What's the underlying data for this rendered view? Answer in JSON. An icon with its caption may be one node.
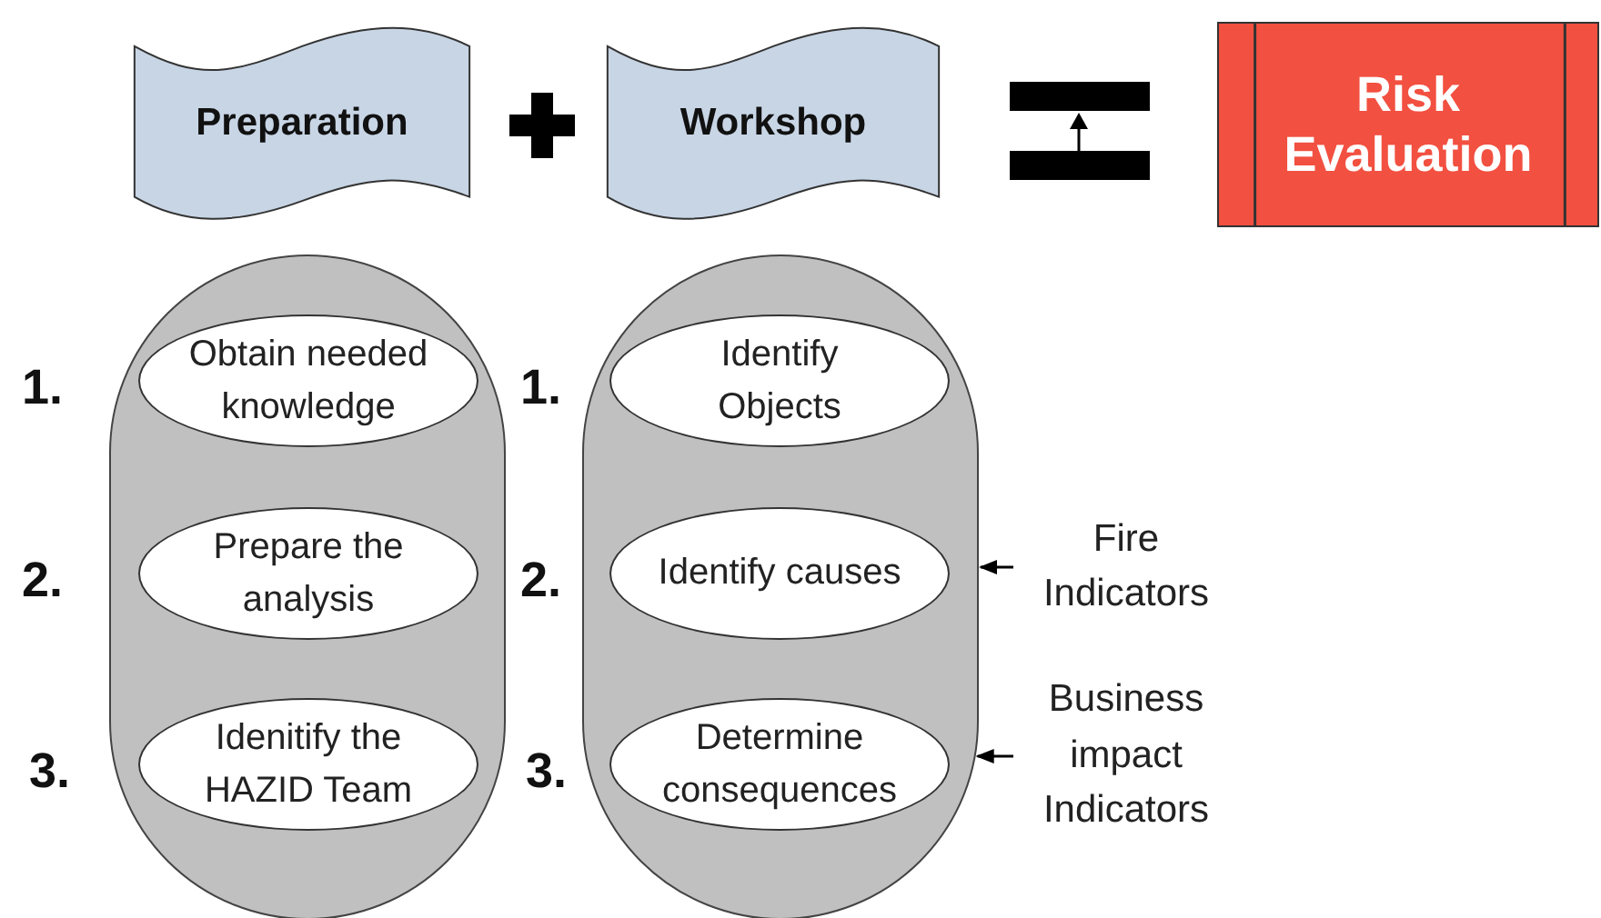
{
  "diagram": {
    "nodes": [
      {
        "text": [
          "Preparation"
        ]
      },
      {
        "text": [
          "Workshop"
        ]
      },
      {
        "text": [
          "Risk Evaluation"
        ]
      },
      {
        "text": [],
        "shape": "capsule"
      },
      {
        "text": [
          "Obtain needed knowledge"
        ],
        "in": 3,
        "beside": [
          "1."
        ]
      },
      {
        "text": [
          "Prepare the analysis"
        ],
        "in": 3,
        "beside": [
          "2."
        ]
      },
      {
        "text": [
          "Idenitify the HAZID Team"
        ],
        "in": 3,
        "beside": [
          "3."
        ]
      },
      {
        "text": [],
        "shape": "capsule"
      },
      {
        "text": [
          "Identify Objects"
        ],
        "in": 7,
        "beside": [
          "1."
        ]
      },
      {
        "text": [
          "Identify causes"
        ],
        "in": 7,
        "beside": [
          "2."
        ]
      },
      {
        "text": [
          "Determine consequences"
        ],
        "in": 7,
        "beside": [
          "3."
        ]
      },
      {
        "text": [
          "Fire Indicators"
        ]
      },
      {
        "text": [
          "Business impact Indicators"
        ]
      }
    ],
    "edges": [
      {
        "from": 11,
        "to": 7,
        "arrow": "to"
      },
      {
        "from": 12,
        "to": 7,
        "arrow": "to"
      }
    ]
  }
}
